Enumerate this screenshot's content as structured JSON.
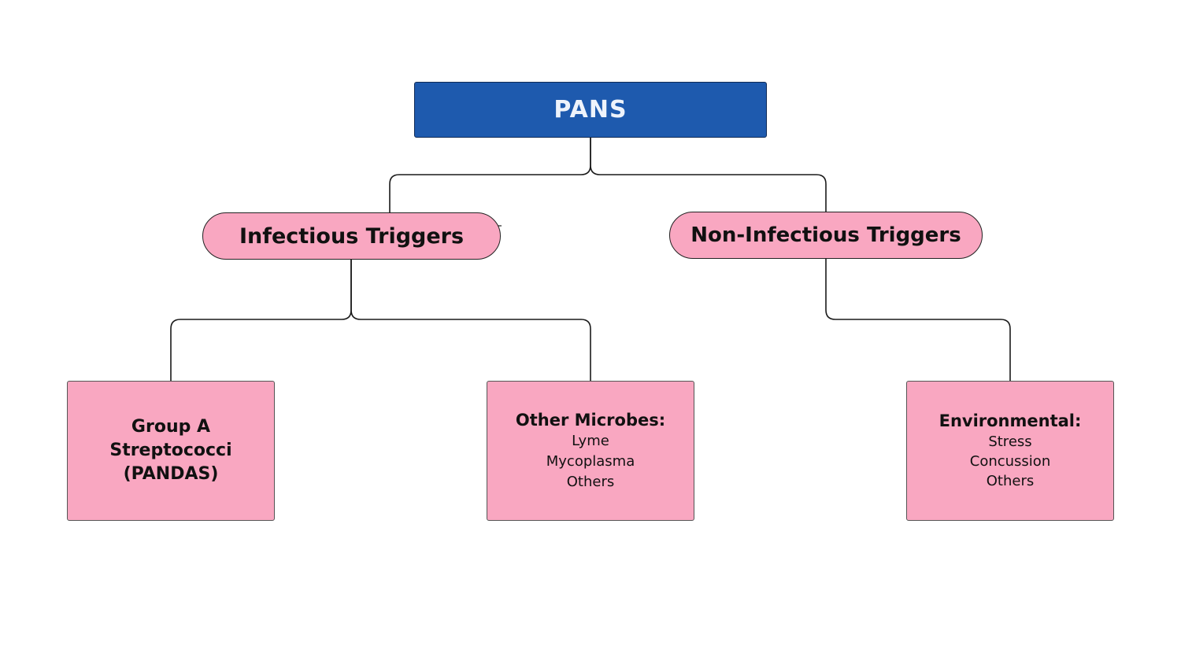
{
  "colors": {
    "root_fill": "#1e5aae",
    "root_text": "#eef3fb",
    "node_fill": "#f9a7c1",
    "connector": "#1a1a1a"
  },
  "root": {
    "label": "PANS"
  },
  "branches": [
    {
      "label": "Infectious Triggers",
      "children": [
        {
          "title_lines": [
            "Group A",
            "Streptococci",
            "(PANDAS)"
          ],
          "items": []
        },
        {
          "title_lines": [
            "Other Microbes:"
          ],
          "items": [
            "Lyme",
            "Mycoplasma",
            "Others"
          ]
        }
      ]
    },
    {
      "label": "Non-Infectious Triggers",
      "children": [
        {
          "title_lines": [
            "Environmental:"
          ],
          "items": [
            "Stress",
            "Concussion",
            "Others"
          ]
        }
      ]
    }
  ]
}
